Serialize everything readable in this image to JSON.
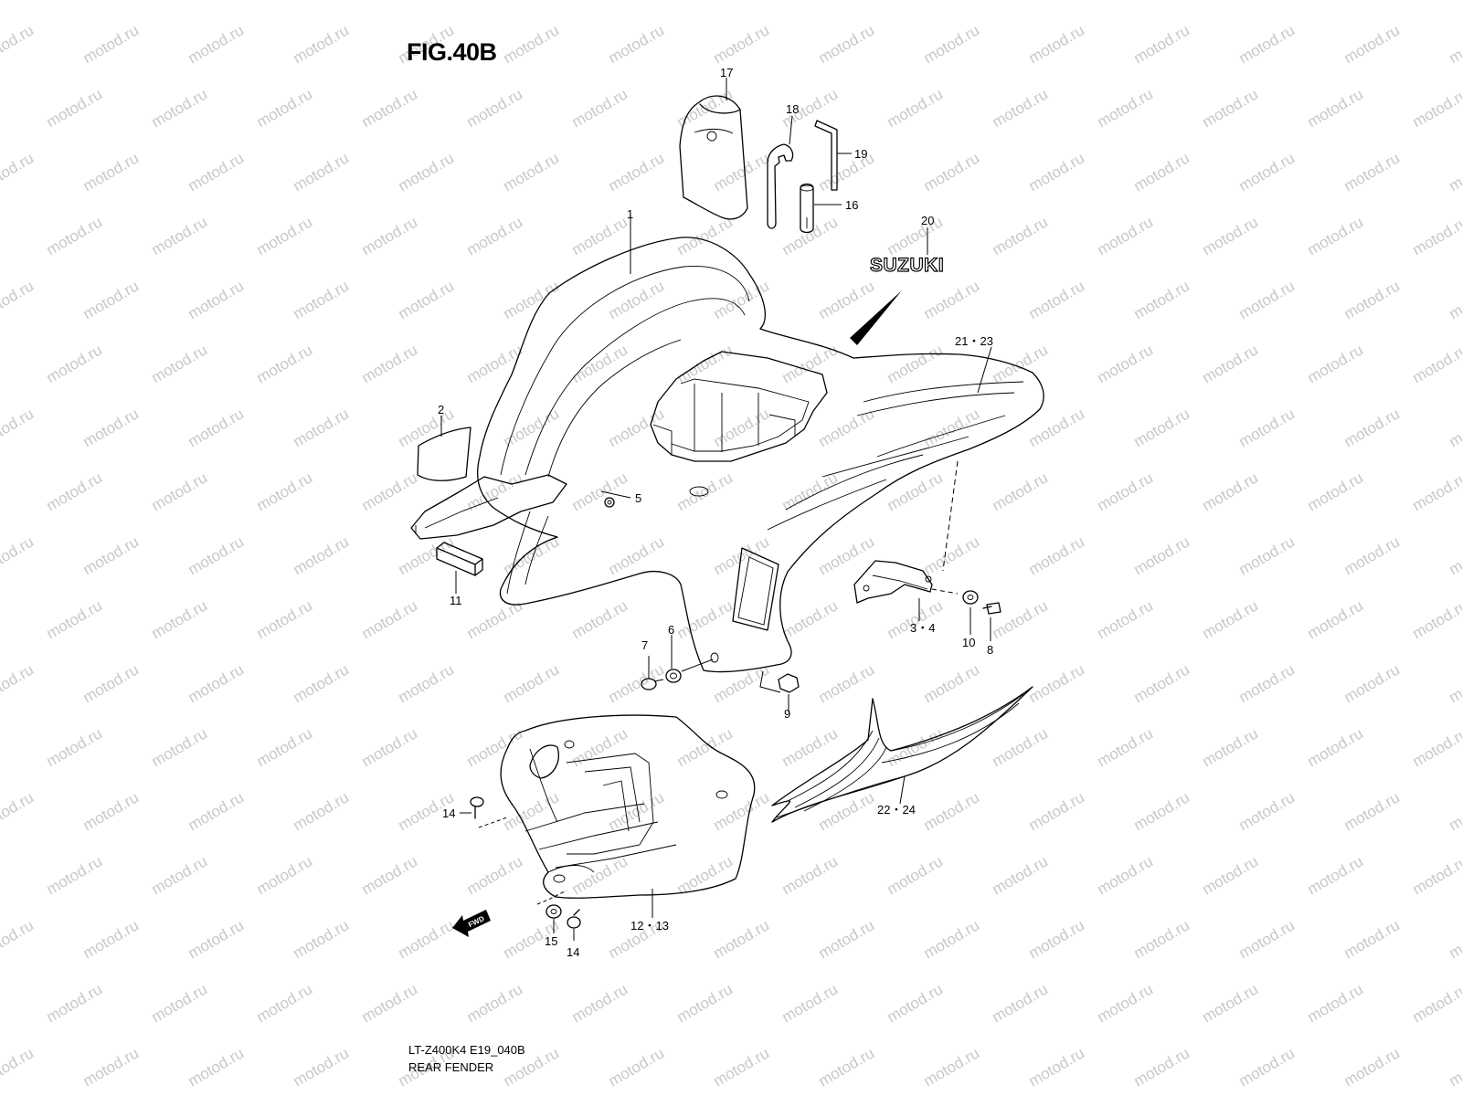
{
  "watermark": {
    "text": "motod.ru",
    "color": "#c8c8c8"
  },
  "figure": {
    "title": "FIG.40B",
    "model_code": "LT-Z400K4 E19_040B",
    "section_name": "REAR FENDER"
  },
  "brand_emblem": "SUZUKI",
  "fwd_arrow": "FWD",
  "callouts": {
    "c1": "1",
    "c2": "2",
    "c3_4": "3・4",
    "c5": "5",
    "c6": "6",
    "c7": "7",
    "c8": "8",
    "c9": "9",
    "c10": "10",
    "c11": "11",
    "c12_13": "12・13",
    "c14a": "14",
    "c14b": "14",
    "c15": "15",
    "c16": "16",
    "c17": "17",
    "c18": "18",
    "c19": "19",
    "c20": "20",
    "c21_23": "21・23",
    "c22_24": "22・24"
  }
}
